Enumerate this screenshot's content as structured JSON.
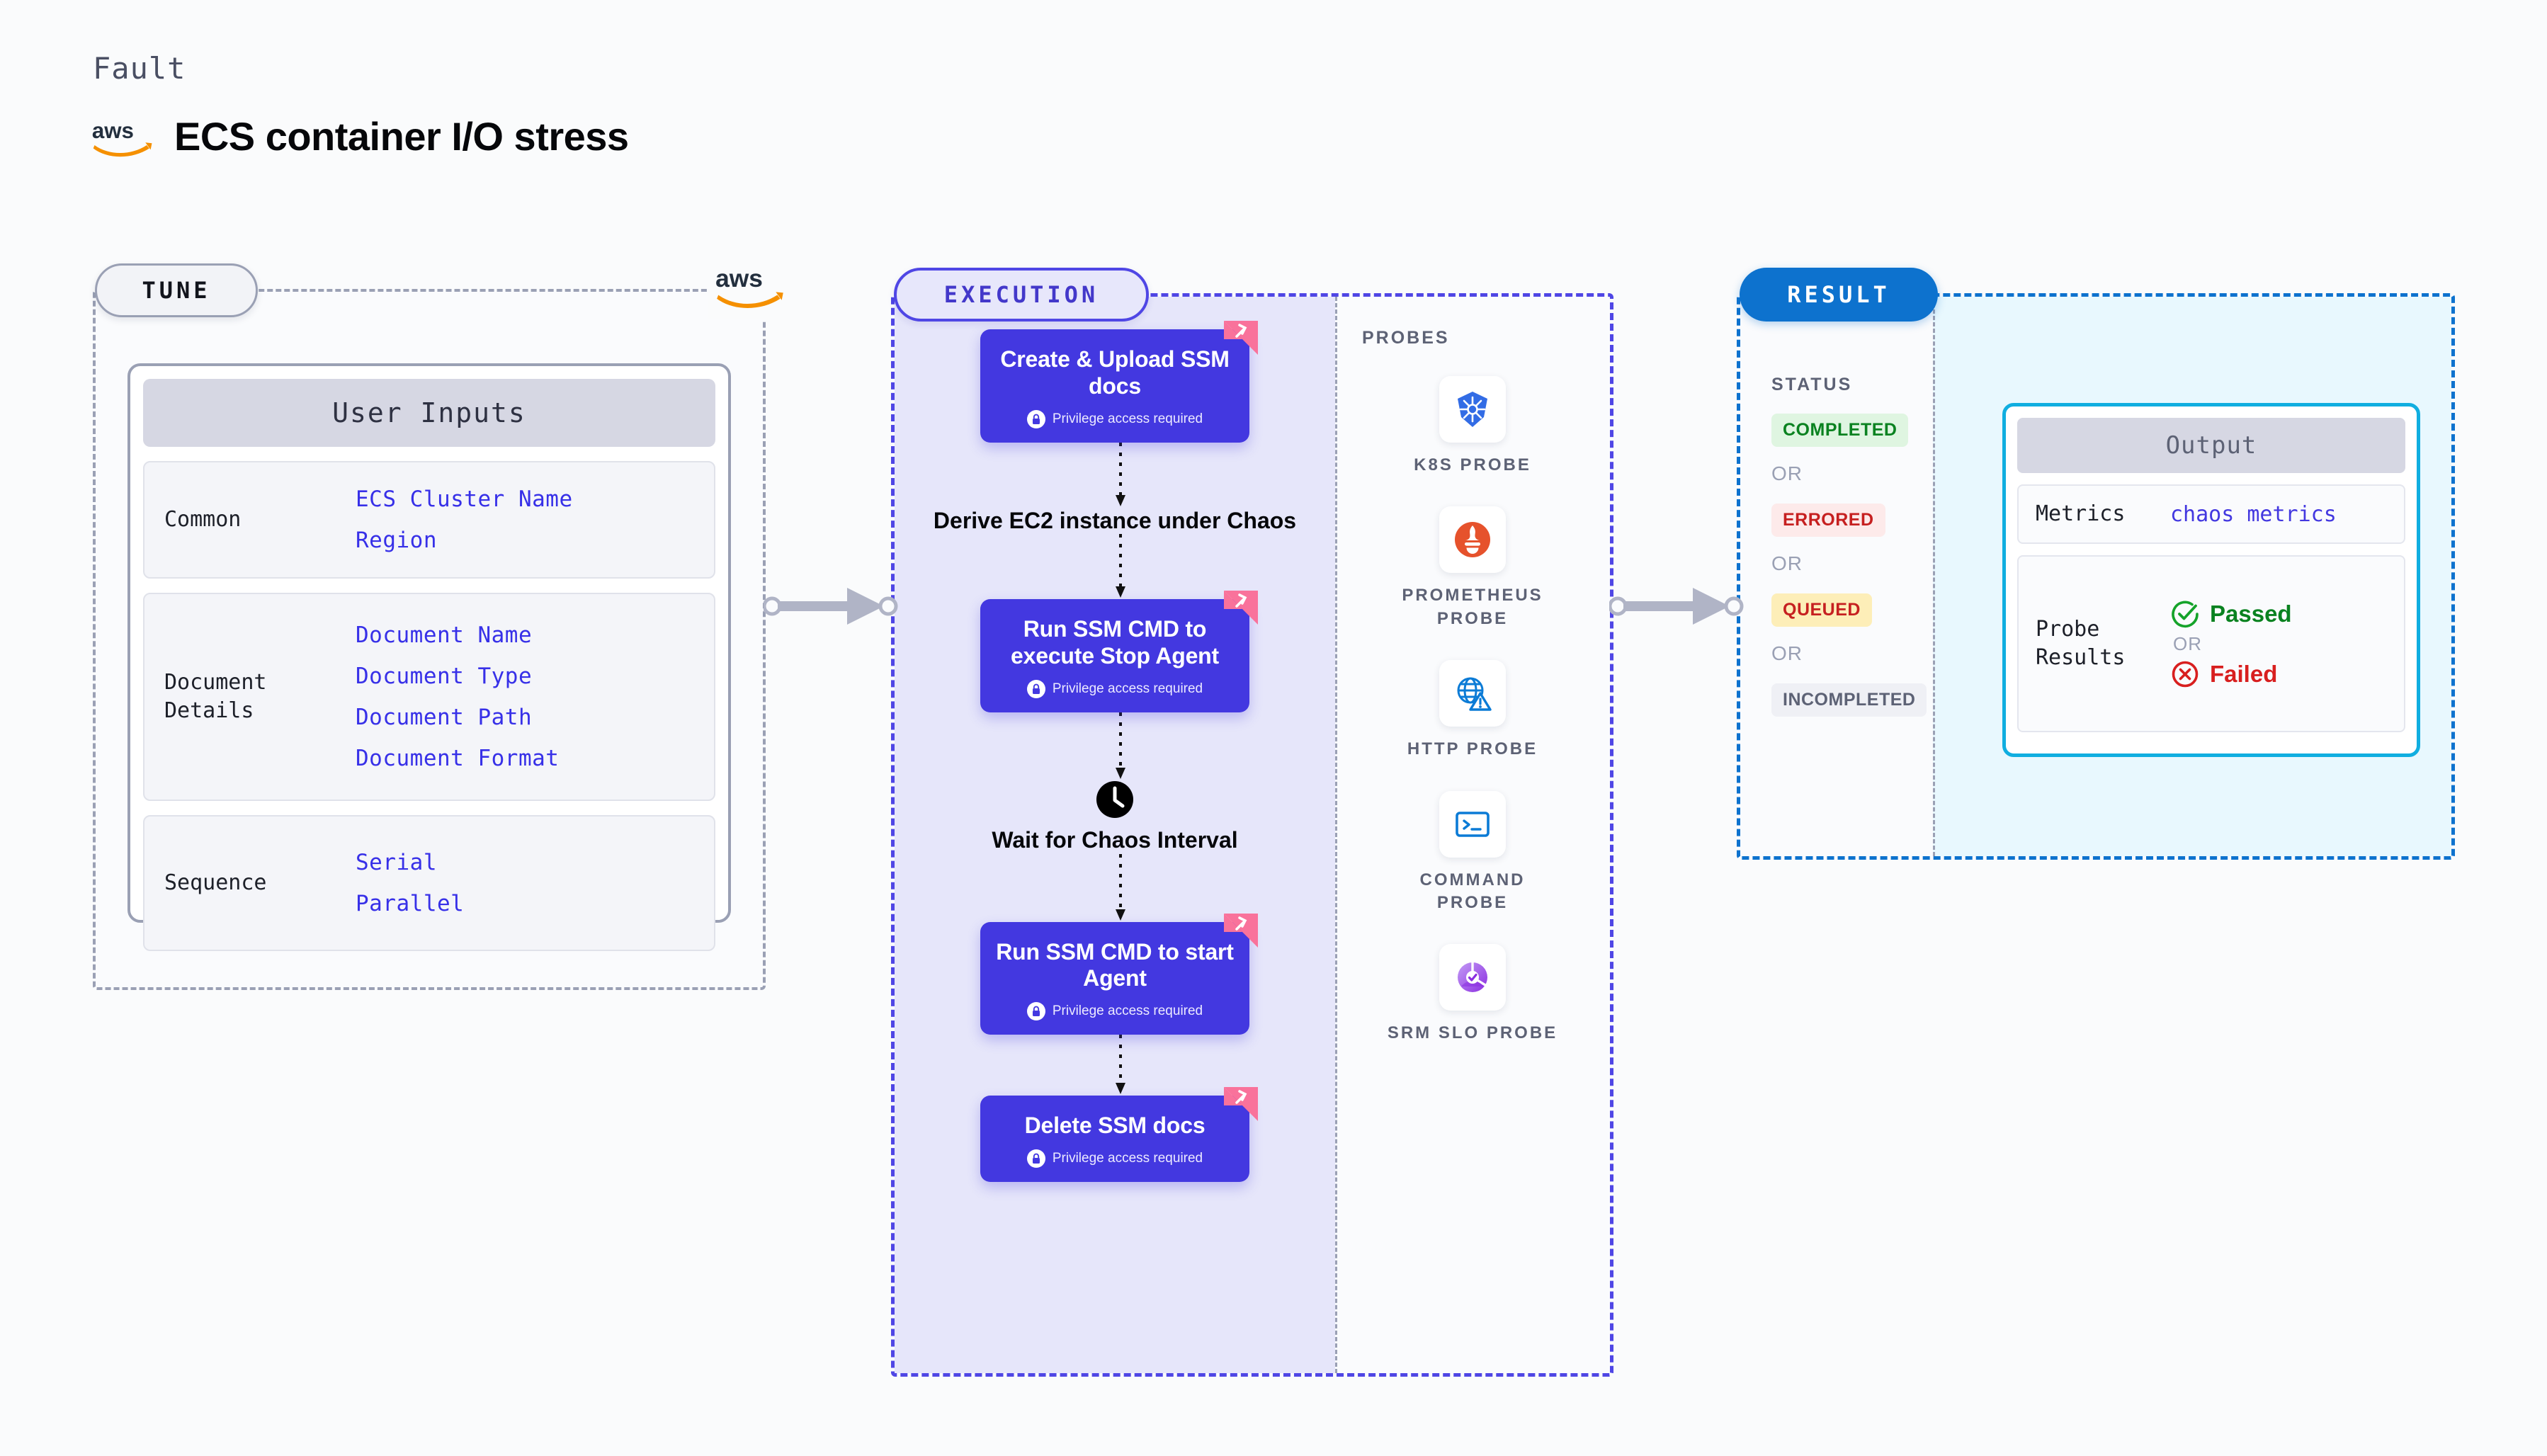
{
  "header": {
    "eyebrow": "Fault",
    "title": "ECS container I/O stress",
    "logo_icon": "aws-logo"
  },
  "tune": {
    "pill_label": "TUNE",
    "badge_icon": "aws-logo",
    "card_title": "User Inputs",
    "rows": [
      {
        "label": "Common",
        "values": [
          "ECS Cluster Name",
          "Region"
        ]
      },
      {
        "label": "Document\nDetails",
        "values": [
          "Document Name",
          "Document Type",
          "Document Path",
          "Document Format"
        ]
      },
      {
        "label": "Sequence",
        "values": [
          "Serial",
          "Parallel"
        ]
      }
    ]
  },
  "execution": {
    "pill_label": "EXECUTION",
    "privilege_text": "Privilege access required",
    "steps": [
      {
        "type": "card",
        "title": "Create & Upload SSM docs",
        "privileged": true,
        "badge_icon": "revert-badge-icon"
      },
      {
        "type": "plain",
        "title": "Derive EC2 instance under Chaos",
        "icon": ""
      },
      {
        "type": "card",
        "title": "Run SSM CMD to execute Stop Agent",
        "privileged": true,
        "badge_icon": "revert-badge-icon"
      },
      {
        "type": "plain",
        "title": "Wait for Chaos Interval",
        "icon": "clock-icon"
      },
      {
        "type": "card",
        "title": "Run SSM CMD to start Agent",
        "privileged": true,
        "badge_icon": "revert-badge-icon"
      },
      {
        "type": "card",
        "title": "Delete SSM docs",
        "privileged": true,
        "badge_icon": "revert-badge-icon"
      }
    ],
    "probes_label": "PROBES",
    "probes": [
      {
        "name": "K8S PROBE",
        "icon": "kubernetes-icon"
      },
      {
        "name": "PROMETHEUS PROBE",
        "icon": "prometheus-icon"
      },
      {
        "name": "HTTP PROBE",
        "icon": "http-globe-warning-icon"
      },
      {
        "name": "COMMAND PROBE",
        "icon": "terminal-icon"
      },
      {
        "name": "SRM SLO PROBE",
        "icon": "srm-slo-icon"
      }
    ]
  },
  "result": {
    "pill_label": "RESULT",
    "status_label": "STATUS",
    "or_text": "OR",
    "statuses": [
      {
        "label": "COMPLETED",
        "bg": "#dff5e1",
        "fg": "#0a8220"
      },
      {
        "label": "ERRORED",
        "bg": "#fdeaea",
        "fg": "#c62020"
      },
      {
        "label": "QUEUED",
        "bg": "#fdeeb8",
        "fg": "#c62020"
      },
      {
        "label": "INCOMPLETED",
        "bg": "#eff0f5",
        "fg": "#5d6275"
      }
    ],
    "output": {
      "title": "Output",
      "metrics_label": "Metrics",
      "metrics_value": "chaos metrics",
      "probe_results_label": "Probe\nResults",
      "passed_label": "Passed",
      "failed_label": "Failed",
      "or_text": "OR"
    }
  },
  "colors": {
    "accent_purple": "#4338e0",
    "accent_blue": "#0d72ce",
    "accent_cyan": "#10aee0",
    "badge_pink": "#f9729b",
    "value_blue": "#3730e8",
    "aws_orange": "#f59000"
  }
}
